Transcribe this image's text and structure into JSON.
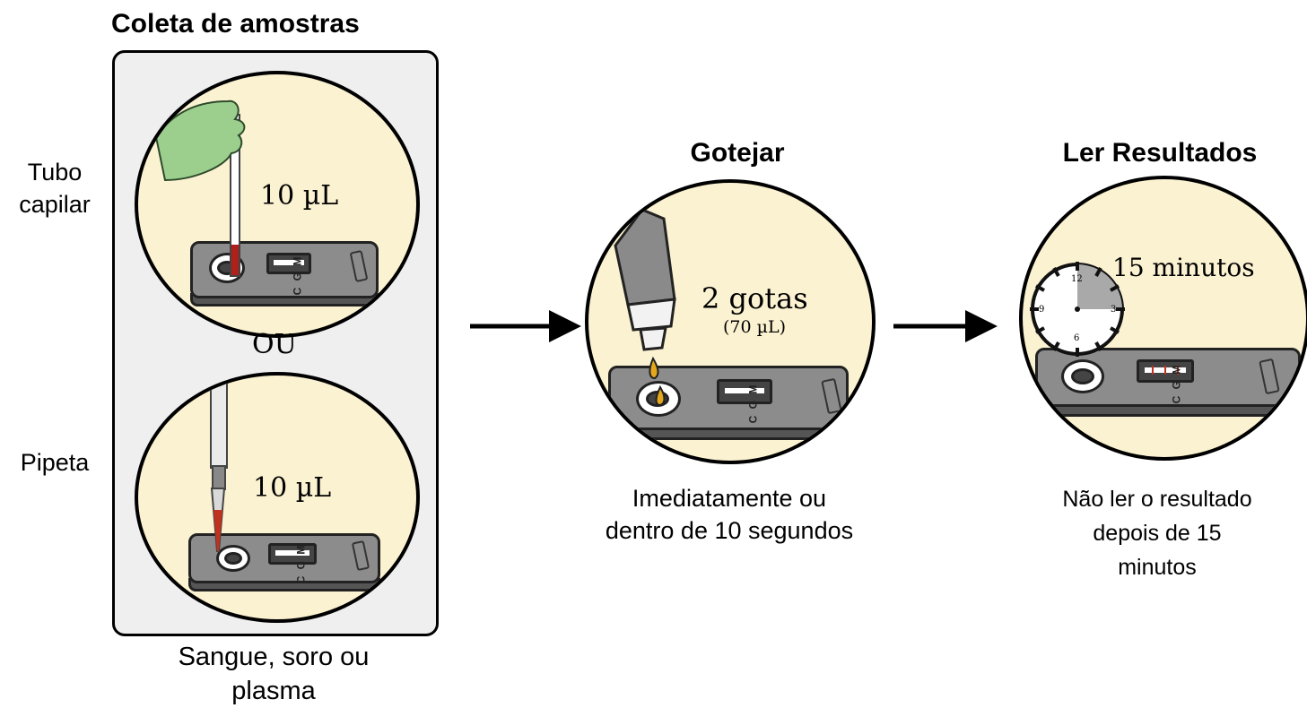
{
  "step1": {
    "title": "Coleta de amostras",
    "method_tube": "Tubo\ncapilar",
    "method_pipette": "Pipeta",
    "volume_tube": "10 µL",
    "volume_pipette": "10 µL",
    "or_label": "OU",
    "sample_caption": "Sangue, soro ou\nplasma"
  },
  "step2": {
    "title": "Gotejar",
    "drops": "2 gotas",
    "drops_volume": "(70 µL)",
    "caption": "Imediatamente ou\ndentro de 10 segundos"
  },
  "step3": {
    "title": "Ler Resultados",
    "time": "15 minutos",
    "clock_labels": [
      "12",
      "3",
      "6",
      "9"
    ],
    "caption": "Não ler o resultado\ndepois de 15\nminutos"
  },
  "cassette_letters": "C G M",
  "colors": {
    "circle_fill": "#fbf2d1",
    "panel_fill": "#efefef",
    "blood": "#b0201a",
    "buffer": "#e5a81c",
    "glove": "#9ccf8e",
    "cassette": "#8c8c8c"
  }
}
